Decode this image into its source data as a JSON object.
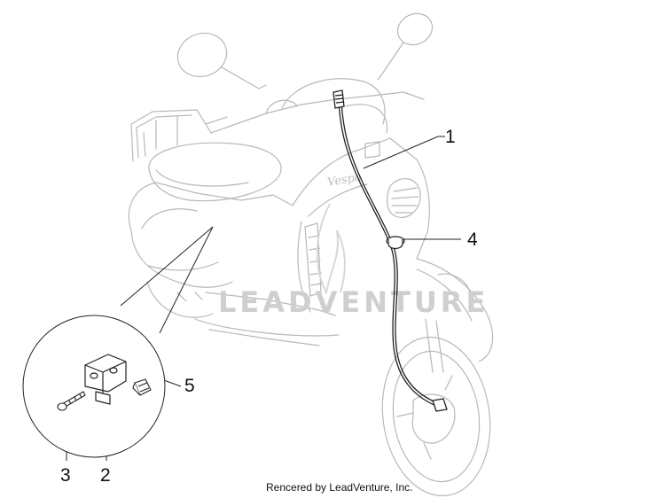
{
  "callouts": [
    {
      "label": "1"
    },
    {
      "label": "4"
    },
    {
      "label": "5"
    },
    {
      "label": "3"
    },
    {
      "label": "2"
    }
  ],
  "watermark": "LEADVENTURE",
  "credit": "Rencered by LeadVenture, Inc.",
  "badge_script": "Vespa"
}
